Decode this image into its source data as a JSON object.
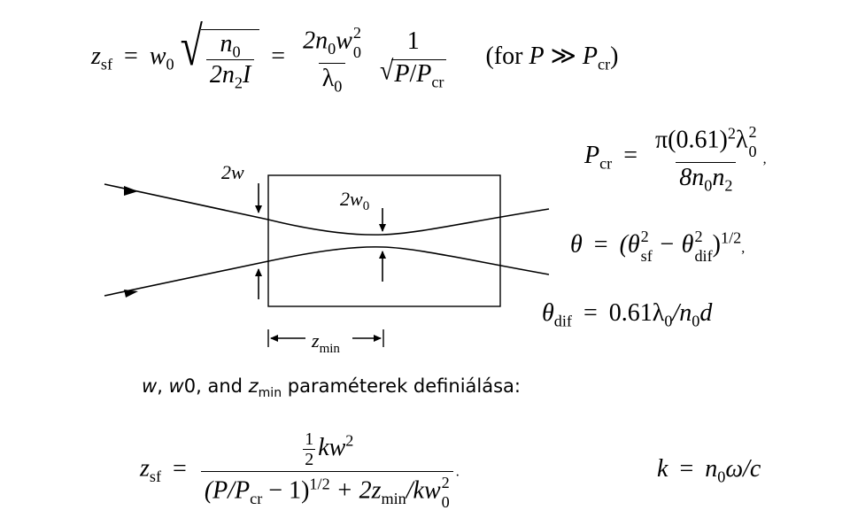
{
  "equations": {
    "zsf_top": {
      "lhs": "z",
      "lhs_sub": "sf",
      "w0": "w",
      "w0_sub": "0",
      "sqrt_num": "n",
      "sqrt_num_sub": "0",
      "sqrt_den": "2n",
      "sqrt_den_sub": "2",
      "sqrt_den_tail": "I",
      "frac2_num": "2n",
      "frac2_num_sub": "0",
      "frac2_num_w": "w",
      "frac2_num_w_sup": "2",
      "frac2_num_w_sub": "0",
      "frac2_den": "λ",
      "frac2_den_sub": "0",
      "frac3_num": "1",
      "frac3_den_P": "P",
      "frac3_den_slash": "/",
      "frac3_den_Pcr": "P",
      "frac3_den_Pcr_sub": "cr",
      "condition_open": "(for ",
      "condition_P": "P",
      "condition_rel": " ≫ ",
      "condition_Pcr": "P",
      "condition_Pcr_sub": "cr",
      "condition_close": ")"
    },
    "pcr": {
      "lhs": "P",
      "lhs_sub": "cr",
      "num_a": "π(0.61)",
      "num_a_sup": "2",
      "num_b": "λ",
      "num_b_sup": "2",
      "num_b_sub": "0",
      "den": "8n",
      "den_sub1": "0",
      "den_b": "n",
      "den_sub2": "2",
      "tail": ","
    },
    "theta": {
      "lhs": "θ",
      "open": "(θ",
      "sf_sup": "2",
      "sf_sub": "sf",
      "minus": " − θ",
      "dif_sup": "2",
      "dif_sub": "dif",
      "close": ")",
      "pow": "1/2",
      "tail": ","
    },
    "theta_dif": {
      "lhs": "θ",
      "lhs_sub": "dif",
      "rhs_a": "0.61λ",
      "rhs_a_sub": "0",
      "rhs_b": "/n",
      "rhs_b_sub": "0",
      "rhs_c": "d"
    },
    "zsf_bottom": {
      "lhs": "z",
      "lhs_sub": "sf",
      "half_num": "1",
      "half_den": "2",
      "num_tail": "kw",
      "num_tail_sup": "2",
      "den_a": "(P/P",
      "den_a_sub": "cr",
      "den_b": " − 1)",
      "den_b_sup": "1/2",
      "den_c": " + 2z",
      "den_c_sub": "min",
      "den_d": "/kw",
      "den_d_sup": "2",
      "den_d_sub": "0",
      "tail": "."
    },
    "k_def": {
      "lhs": "k",
      "rhs_a": "n",
      "rhs_a_sub": "0",
      "rhs_b": "ω/c"
    },
    "equals": "="
  },
  "diagram": {
    "label_2w": "2w",
    "label_2w0": "2w",
    "label_2w0_sub": "0",
    "label_zmin": "z",
    "label_zmin_sub": "min"
  },
  "caption": {
    "w": "w",
    "sep1": ", ",
    "w0": "w",
    "w0_rest": "0, and ",
    "z": "z",
    "z_sub": "min",
    "rest": " paraméterek definiálása:"
  }
}
